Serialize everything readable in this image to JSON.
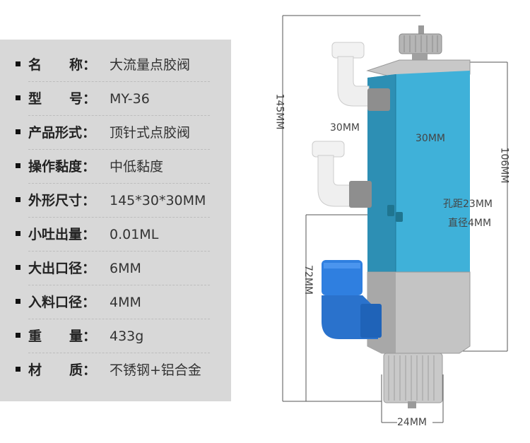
{
  "specs": [
    {
      "label": [
        "名",
        "称"
      ],
      "value": "大流量点胶阀"
    },
    {
      "label": [
        "型",
        "号"
      ],
      "value": "MY-36"
    },
    {
      "label": [
        "产品形式"
      ],
      "value": "顶针式点胶阀"
    },
    {
      "label": [
        "操作黏度"
      ],
      "value": "中低黏度"
    },
    {
      "label": [
        "外形尺寸"
      ],
      "value": "145*30*30MM"
    },
    {
      "label": [
        "小吐出量"
      ],
      "value": "0.01ML"
    },
    {
      "label": [
        "大出口径"
      ],
      "value": "6MM"
    },
    {
      "label": [
        "入料口径"
      ],
      "value": "4MM"
    },
    {
      "label": [
        "重",
        "量"
      ],
      "value": "433g"
    },
    {
      "label": [
        "材",
        "质"
      ],
      "value": "不锈钢+铝合金"
    }
  ],
  "colon": "：",
  "dimensions": {
    "height_total": "145MM",
    "width_side": "30MM",
    "width_front": "30MM",
    "height_body": "106MM",
    "hole_spacing": "孔距23MM",
    "hole_diameter": "直径4MM",
    "height_lower": "72MM",
    "nozzle_width": "24MM"
  },
  "colors": {
    "panel": "#d8d8d8",
    "valve_body": "#3fb1d9",
    "fitting_blue": "#2f7fe0",
    "steel": "#b8b8b8"
  }
}
